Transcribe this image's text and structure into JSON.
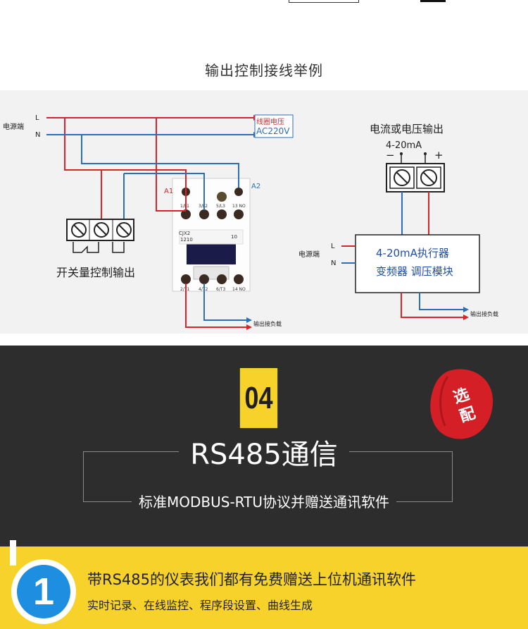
{
  "section_title": "输出控制接线举例",
  "diagram": {
    "power_label": "电源端",
    "line_l": "L",
    "line_n": "N",
    "coil_label_1": "线圈电压",
    "coil_label_2": "AC220V",
    "a1": "A1",
    "a2": "A2",
    "contactor_top": [
      "1/L1",
      "3/L2",
      "5/L3",
      "13 NO"
    ],
    "contactor_model_1": "CJX2",
    "contactor_model_2": "1210",
    "contactor_no": "10",
    "contactor_bottom": [
      "2/T1",
      "4/T2",
      "6/T3",
      "14 NO"
    ],
    "switch_output": "开关量控制输出",
    "load_output": "输出接负载",
    "analog_title": "电流或电压输出",
    "analog_range": "4-20mA",
    "minus": "−",
    "plus": "+",
    "power_label_2": "电源端",
    "actuator_1": "4-20mA执行器",
    "actuator_2": "变频器  调压模块",
    "load_output_2": "输出接负载"
  },
  "feature": {
    "number": "04",
    "title": "RS485通信",
    "subtitle": "标准MODBUS-RTU协议并赠送通讯软件",
    "stamp": "选配"
  },
  "item": {
    "index": "1",
    "title": "带RS485的仪表我们都有免费赠送上位机通讯软件",
    "desc": "实时记录、在线监控、程序段设置、曲线生成"
  },
  "colors": {
    "red": "#d6252b",
    "blue": "#2a6fb8",
    "yellow": "#f6d22a",
    "dark": "#2d2d2d",
    "badge": "#1e8fe0"
  }
}
